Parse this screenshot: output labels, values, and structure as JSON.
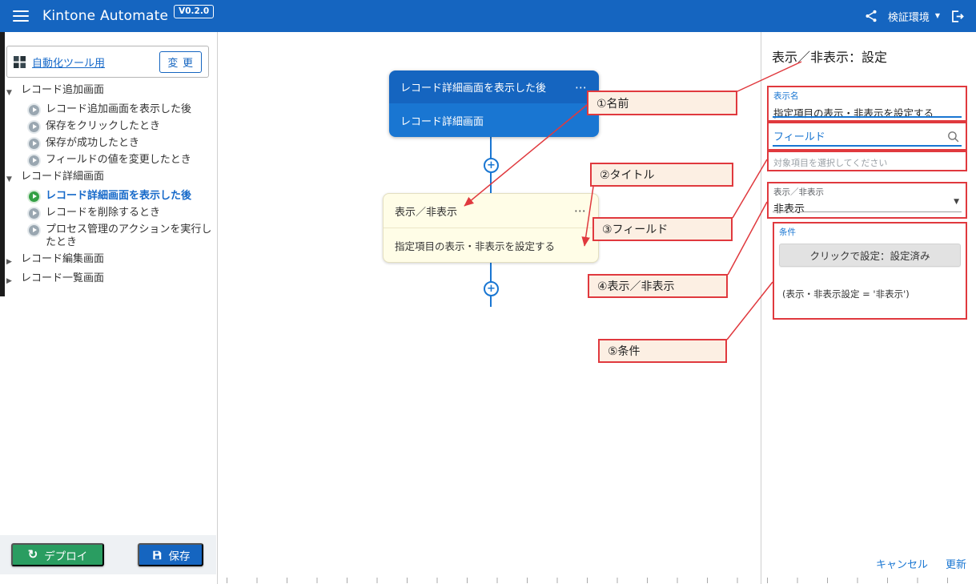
{
  "header": {
    "title": "Kintone Automate",
    "version_badge": "V0.2.0",
    "environment_label": "検証環境"
  },
  "icons": {
    "node_menu": "⋯",
    "caret_down": "▼",
    "tree_expanded": "▼",
    "tree_collapsed": "▶",
    "plus": "+",
    "deploy_sync": "↻"
  },
  "sidebar": {
    "app_link": "自動化ツール用",
    "change_button": "変 更",
    "tree": [
      {
        "label": "レコード追加画面",
        "children": [
          {
            "label": "レコード追加画面を表示した後"
          },
          {
            "label": "保存をクリックしたとき"
          },
          {
            "label": "保存が成功したとき"
          },
          {
            "label": "フィールドの値を変更したとき"
          }
        ]
      },
      {
        "label": "レコード詳細画面",
        "children": [
          {
            "label": "レコード詳細画面を表示した後",
            "active": true
          },
          {
            "label": "レコードを削除するとき"
          },
          {
            "label": "プロセス管理のアクションを実行したとき"
          }
        ]
      },
      {
        "label": "レコード編集画面",
        "children": []
      },
      {
        "label": "レコード一覧画面",
        "children": []
      }
    ],
    "deploy_button": "デプロイ",
    "save_button": "保存"
  },
  "canvas": {
    "trigger_node": {
      "title": "レコード詳細画面を表示した後",
      "subtitle": "レコード詳細画面"
    },
    "action_node": {
      "title": "表示／非表示",
      "subtitle": "指定項目の表示・非表示を設定する"
    },
    "callouts": [
      "①名前",
      "②タイトル",
      "③フィールド",
      "④表示／非表示",
      "⑤条件"
    ]
  },
  "panel": {
    "title": "表示／非表示：設定",
    "display_name_label": "表示名",
    "display_name_value": "指定項目の表示・非表示を設定する",
    "field_label": "フィールド",
    "field_helper": "対象項目を選択してください",
    "visibility_label": "表示／非表示",
    "visibility_value": "非表示",
    "condition_label": "条件",
    "condition_button": "クリックで設定：設定済み",
    "condition_summary": "(表示・非表示設定 = '非表示')",
    "cancel_link": "キャンセル",
    "update_link": "更新"
  },
  "colors": {
    "header_blue": "#1565c0",
    "node_blue": "#1976d2",
    "annotation_red": "#e0393e",
    "deploy_green": "#2a9d61",
    "node_yellow": "#fffde7"
  }
}
